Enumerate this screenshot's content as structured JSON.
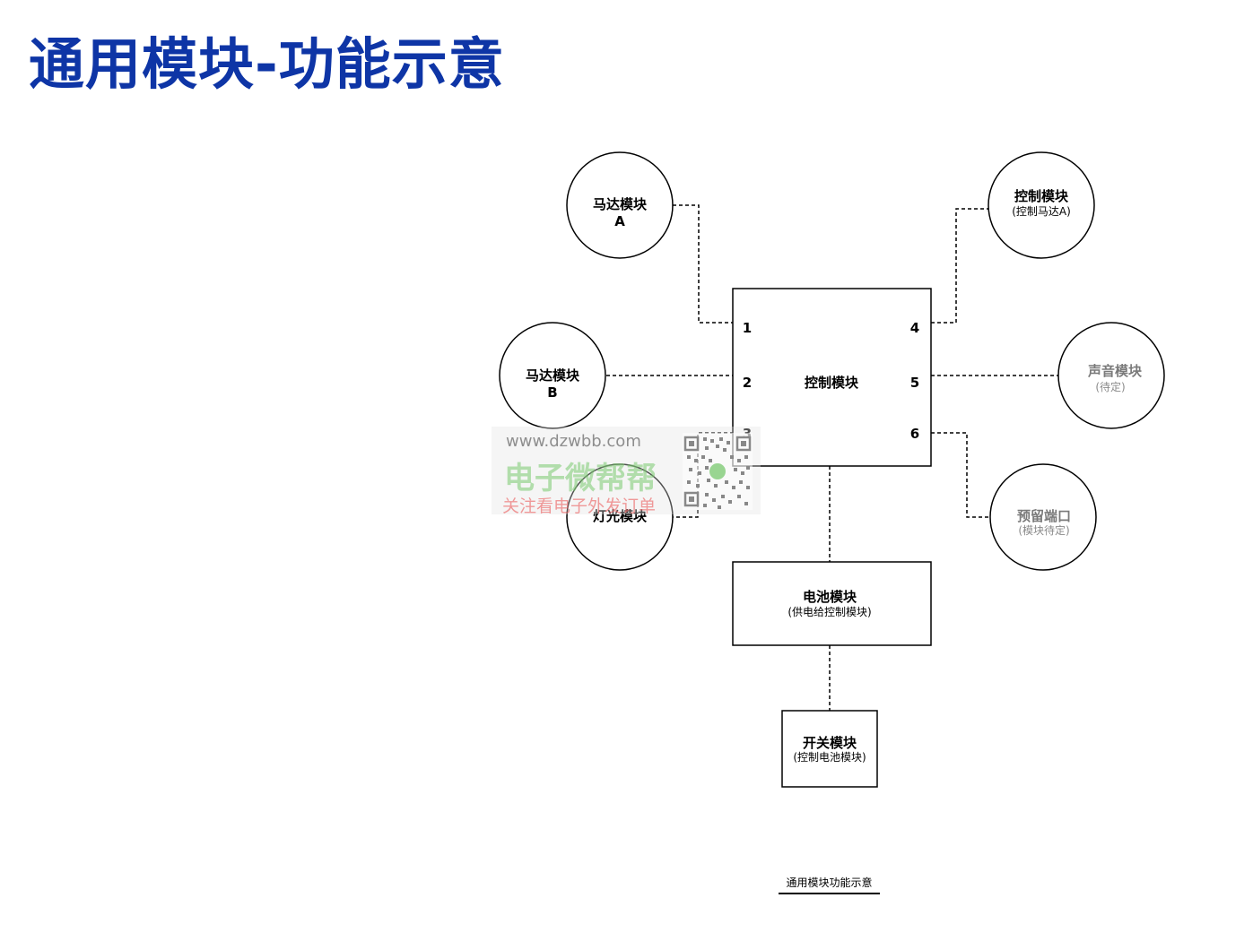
{
  "title": "通用模块-功能示意",
  "center_module": "控制模块",
  "ports": [
    "1",
    "2",
    "3",
    "4",
    "5",
    "6"
  ],
  "nodes": {
    "motor_a": {
      "name": "马达模块",
      "sub": "A"
    },
    "motor_b": {
      "name": "马达模块",
      "sub": "B"
    },
    "light": {
      "name": "灯光模块"
    },
    "ctrl_ext": {
      "name": "控制模块",
      "sub": "(控制马达A)"
    },
    "sound": {
      "name": "声音模块",
      "sub": "(待定)"
    },
    "reserved": {
      "name": "预留端口",
      "sub": "(模块待定)"
    },
    "battery": {
      "name": "电池模块",
      "sub": "(供电给控制模块)"
    },
    "switch": {
      "name": "开关模块",
      "sub": "(控制电池模块)"
    }
  },
  "caption": "通用模块功能示意",
  "watermark": {
    "url": "www.dzwbb.com",
    "brand": "电子微帮帮",
    "slogan": "关注看电子外发订单"
  },
  "colors": {
    "title": "#0e35a6",
    "muted": "#7a7a7a"
  }
}
